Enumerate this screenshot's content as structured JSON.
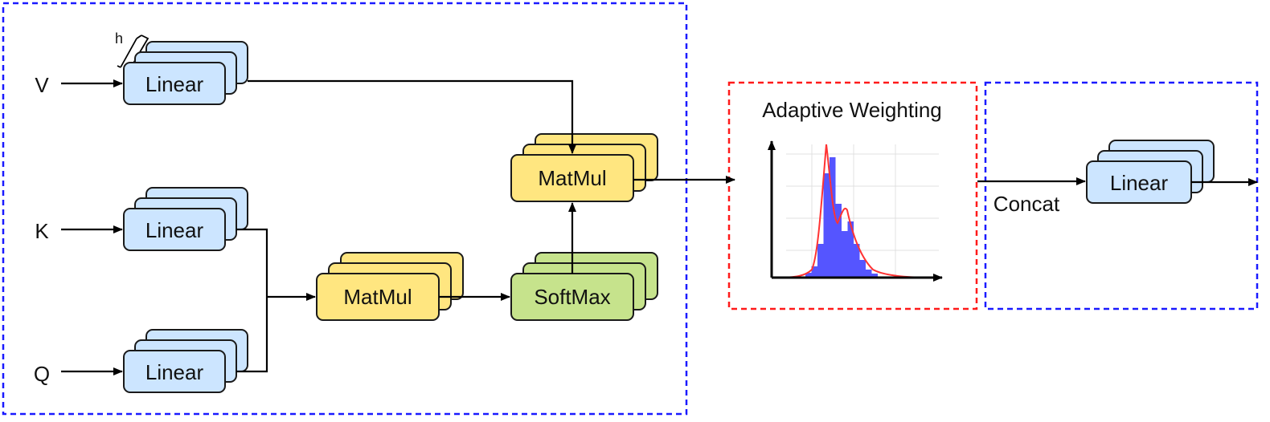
{
  "inputs": {
    "v": "V",
    "k": "K",
    "q": "Q"
  },
  "head_count_label": "h",
  "blocks": {
    "linear_v": "Linear",
    "linear_k": "Linear",
    "linear_q": "Linear",
    "matmul_qk": "MatMul",
    "softmax": "SoftMax",
    "matmul_v": "MatMul",
    "linear_out": "Linear"
  },
  "adaptive_weighting": {
    "title": "Adaptive Weighting"
  },
  "concat_label": "Concat",
  "colors": {
    "linear_fill": "#cce5ff",
    "matmul_fill": "#ffe680",
    "softmax_fill": "#c6e38c",
    "block_stroke": "#1a1a1a",
    "blue_dashed": "#1a1aff",
    "red_dashed": "#ff1a1a",
    "histogram_bar": "#5555ff",
    "density_curve": "#ff3333"
  }
}
